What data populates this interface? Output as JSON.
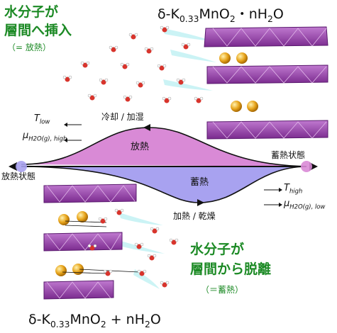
{
  "top_left": {
    "line1": "水分子が",
    "line2": "層間へ挿入",
    "note": "（= 放熱）"
  },
  "top_formula": {
    "prefix": "δ-K",
    "sub": "0.33",
    "mid": "MnO",
    "sub2": "2",
    "suffix": "・nH",
    "sub3": "2",
    "end": "O"
  },
  "bottom_formula": {
    "prefix": "δ-K",
    "sub": "0.33",
    "mid": "MnO",
    "sub2": "2",
    "suffix": " + nH",
    "sub3": "2",
    "end": "O"
  },
  "bottom_right": {
    "line1": "水分子が",
    "line2": "層間から脱離",
    "note": "（＝蓄熱）"
  },
  "labels": {
    "cool_humid": "冷却 / 加湿",
    "heat_release": "放熱",
    "heat_store": "蓄熱",
    "heat_dry": "加熱 / 乾燥",
    "released_state": "放熱状態",
    "stored_state": "蓄熱状態"
  },
  "variables": {
    "t_low": "T",
    "t_low_sub": "low",
    "mu_high": "μ",
    "mu_high_sub": "H2O(g), high",
    "t_high": "T",
    "t_high_sub": "high",
    "mu_low": "μ",
    "mu_low_sub": "H2O(g), low"
  },
  "colors": {
    "release_fill": "#d98ad6",
    "store_fill": "#a8a2f0",
    "slab": "#9b3fb0",
    "k_ion": "#e8a51c",
    "green": "#1c8a25"
  }
}
